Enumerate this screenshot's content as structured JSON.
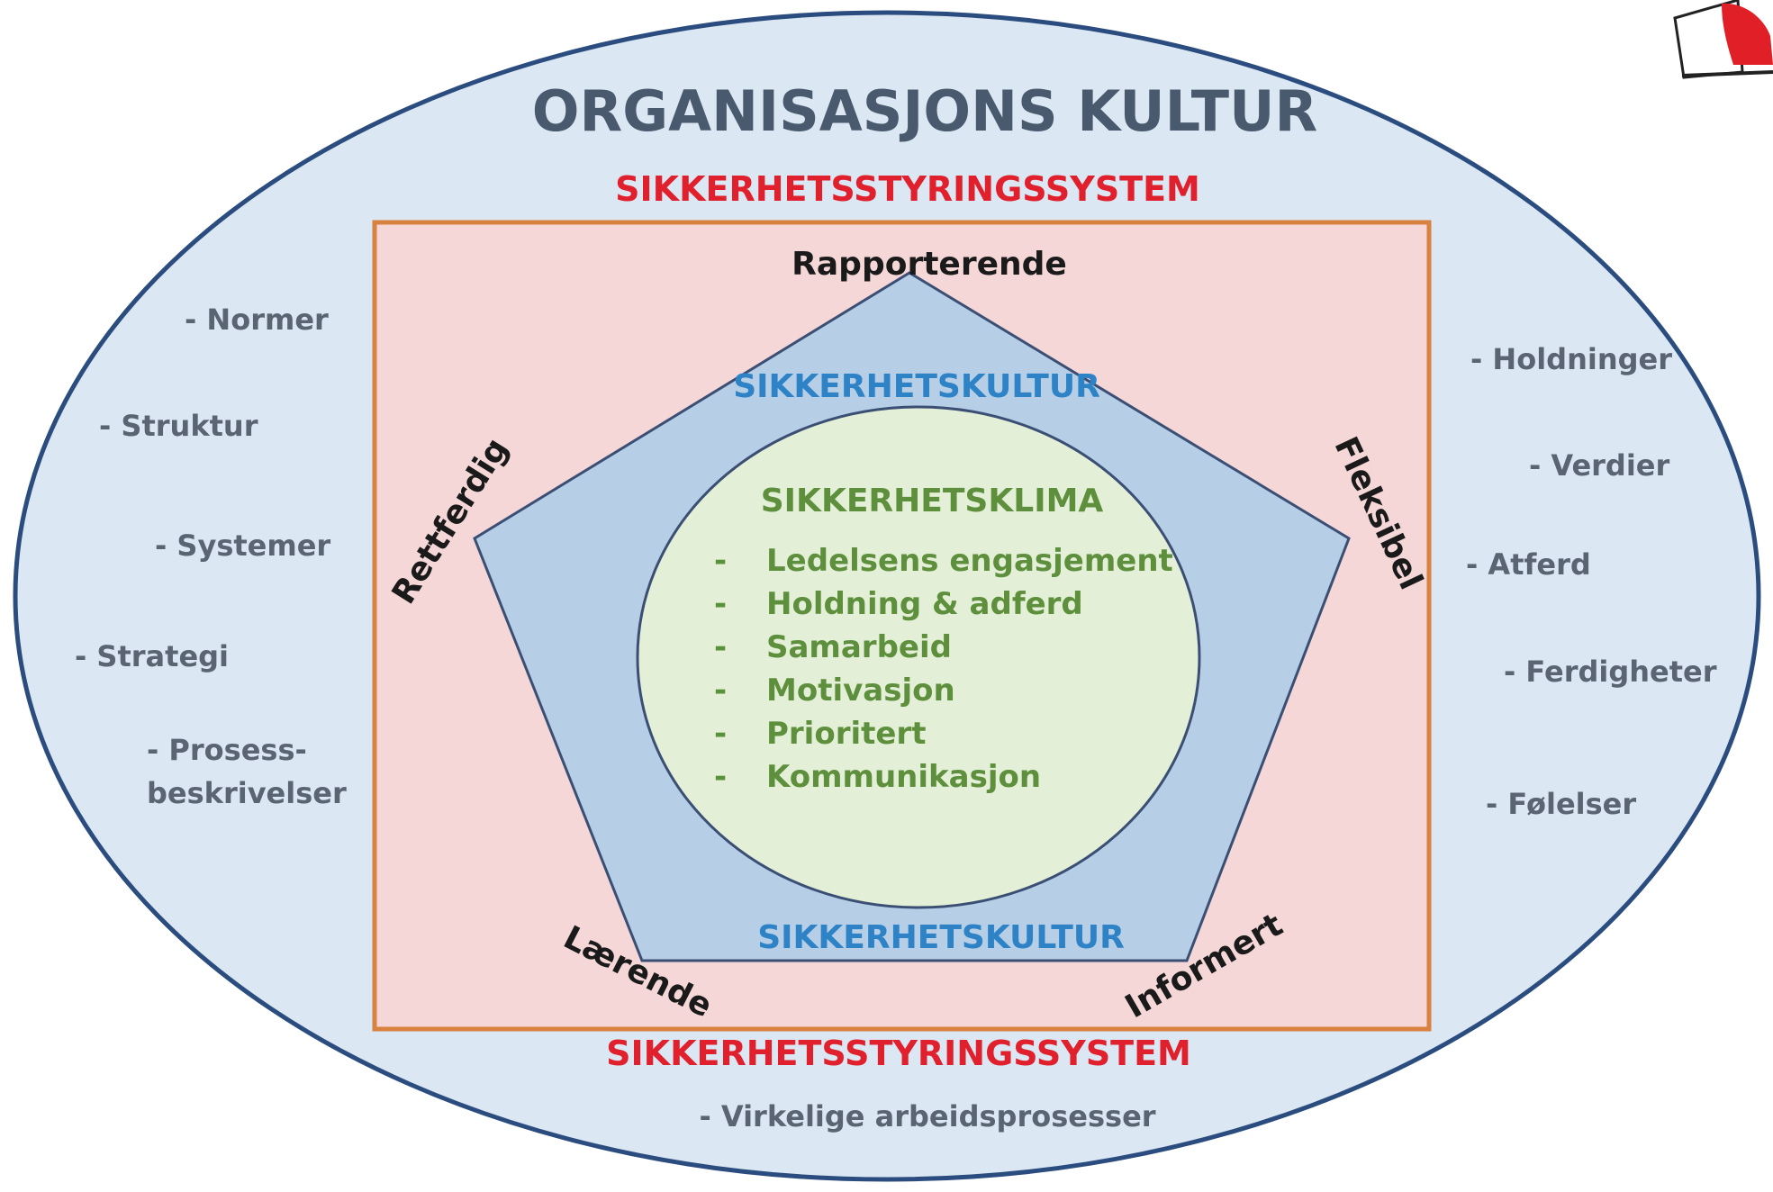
{
  "title": "ORGANISASJONS KULTUR",
  "system_label_top": "SIKKERHETSSTYRINGSSYSTEM",
  "system_label_bottom": "SIKKERHETSSTYRINGSSYSTEM",
  "culture_label_top": "SIKKERHETSKULTUR",
  "culture_label_bottom": "SIKKERHETSKULTUR",
  "climate": {
    "title": "SIKKERHETSKLIMA",
    "bullet": "-",
    "items": [
      "Ledelsens engasjement",
      "Holdning & adferd",
      "Samarbeid",
      "Motivasjon",
      "Prioritert",
      "Kommunikasjon"
    ]
  },
  "vertices": {
    "top": "Rapporterende",
    "left": "Rettferdig",
    "right": "Fleksibel",
    "bottom_left": "Lærende",
    "bottom_right": "Informert"
  },
  "left_items": [
    "- Normer",
    "- Struktur",
    "- Systemer",
    "- Strategi",
    "- Prosess-",
    "beskrivelser"
  ],
  "right_items": [
    "- Holdninger",
    "- Verdier",
    "- Atferd",
    "- Ferdigheter",
    "- Følelser"
  ],
  "bottom_item": "- Virkelige arbeidsprosesser",
  "colors": {
    "outer_ellipse": "#dbe7f2",
    "outer_ellipse_stroke": "#2b4c7e",
    "system_box": "#f5d7d7",
    "system_box_stroke": "#d9823f",
    "pentagon": "#b7cfe6",
    "pentagon_stroke": "#3b4f74",
    "climate_circle": "#e3efd6",
    "climate_circle_stroke": "#3b4f74"
  },
  "logo_icon": "red-sail-logo-icon"
}
